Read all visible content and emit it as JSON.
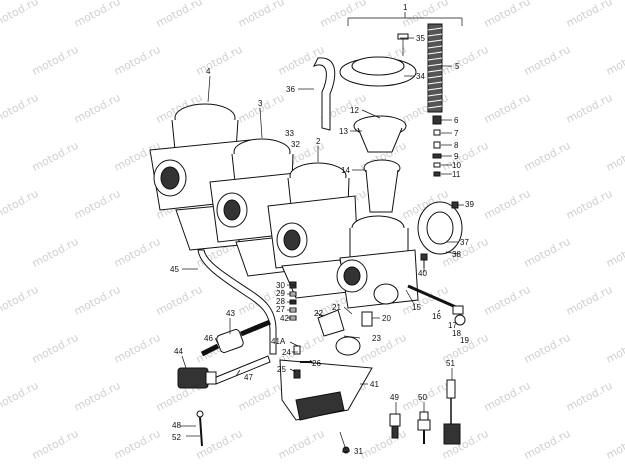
{
  "watermark": "motod.ru",
  "labels": {
    "p1": "1",
    "p2": "2",
    "p3": "3",
    "p4": "4",
    "p5": "5",
    "p6": "6",
    "p7": "7",
    "p8": "8",
    "p9": "9",
    "p10": "10",
    "p11": "11",
    "p12": "12",
    "p13": "13",
    "p14": "14",
    "p15": "15",
    "p16": "16",
    "p17": "17",
    "p18": "18",
    "p19": "19",
    "p20": "20",
    "p21": "21",
    "p22": "22",
    "p23": "23",
    "p24": "24",
    "p25": "25",
    "p26": "26",
    "p27": "27",
    "p28": "28",
    "p29": "29",
    "p30": "30",
    "p31": "31",
    "p32": "32",
    "p33": "33",
    "p34": "34",
    "p35": "35",
    "p36": "36",
    "p37": "37",
    "p38": "38",
    "p39": "39",
    "p40": "40",
    "p41": "41",
    "p41a": "41A",
    "p42": "42",
    "p43": "43",
    "p44": "44",
    "p45": "45",
    "p46": "46",
    "p47": "47",
    "p48": "48",
    "p49": "49",
    "p50": "50",
    "p51": "51",
    "p52": "52"
  }
}
